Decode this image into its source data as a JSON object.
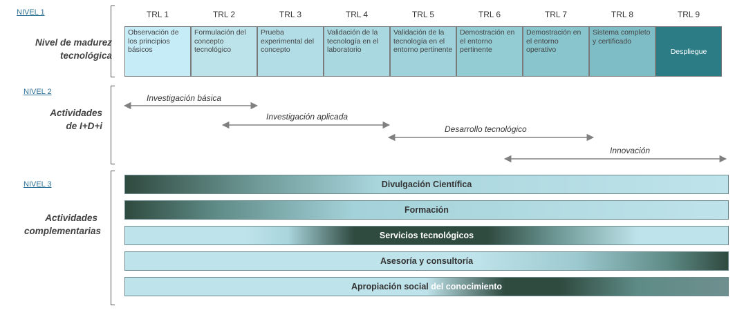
{
  "levels": {
    "nivel1": {
      "tag": "NIVEL 1",
      "title_line1": "Nivel de madurez",
      "title_line2": "tecnológica"
    },
    "nivel2": {
      "tag": "NIVEL 2",
      "title_line1": "Actividades",
      "title_line2": "de I+D+i"
    },
    "nivel3": {
      "tag": "NIVEL 3",
      "title_line1": "Actividades",
      "title_line2": "complementarias"
    }
  },
  "trl": [
    {
      "label": "TRL 1",
      "desc": "Observación de los principios básicos",
      "color": "#c6ecf8"
    },
    {
      "label": "TRL 2",
      "desc": "Formulación del concepto tecnológico",
      "color": "#bde3ea"
    },
    {
      "label": "TRL 3",
      "desc": "Prueba experimental del concepto",
      "color": "#b3dde6"
    },
    {
      "label": "TRL 4",
      "desc": "Validación de la tecnología en el laboratorio",
      "color": "#a9d8e0"
    },
    {
      "label": "TRL 5",
      "desc": "Validación de la tecnología en el entorno pertinente",
      "color": "#9fd2da"
    },
    {
      "label": "TRL 6",
      "desc": "Demostración en el entorno pertinente",
      "color": "#94ccd4"
    },
    {
      "label": "TRL 7",
      "desc": "Demostración en el entorno operativo",
      "color": "#89c5cd"
    },
    {
      "label": "TRL 8",
      "desc": "Sistema completo y certificado",
      "color": "#7ebdc5"
    },
    {
      "label": "TRL 9",
      "desc": "Despliegue",
      "color": "#2c7c86"
    }
  ],
  "activities": [
    {
      "label": "Investigación básica"
    },
    {
      "label": "Investigación aplicada"
    },
    {
      "label": "Desarrollo tecnológico"
    },
    {
      "label": "Innovación"
    }
  ],
  "bars": [
    {
      "label": "Divulgación Científica"
    },
    {
      "label": "Formación"
    },
    {
      "label": "Servicios tecnológicos"
    },
    {
      "label": "Asesoría y consultoría"
    },
    {
      "label_part1": "Apropiación social ",
      "label_part2": "del conocimiento"
    }
  ],
  "colors": {
    "dark": "#2f4a3f",
    "light": "#bfe3ea",
    "accent": "#2c7c86",
    "arrow": "#808080"
  }
}
